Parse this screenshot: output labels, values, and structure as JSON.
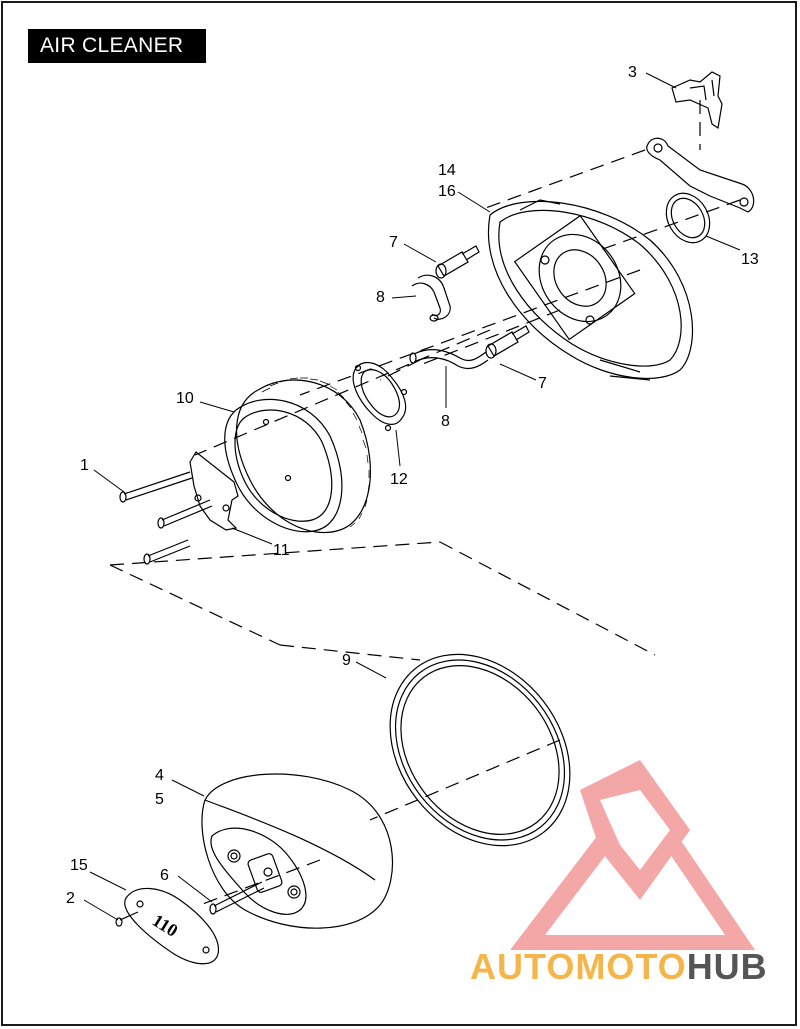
{
  "title": "AIR CLEANER",
  "callouts": {
    "c1": "1",
    "c2": "2",
    "c3": "3",
    "c4": "4",
    "c5": "5",
    "c6": "6",
    "c7a": "7",
    "c7b": "7",
    "c8a": "8",
    "c8b": "8",
    "c9": "9",
    "c10": "10",
    "c11": "11",
    "c12": "12",
    "c13": "13",
    "c14": "14",
    "c15": "15",
    "c16": "16"
  },
  "badge_text": "110",
  "watermark": {
    "auto": "AUTO",
    "moto": "MOTO",
    "hub": "HUB"
  },
  "colors": {
    "watermark_logo": "#f08a8a",
    "watermark_text_orange": "#f5b54a",
    "watermark_text_gray": "#555555"
  }
}
